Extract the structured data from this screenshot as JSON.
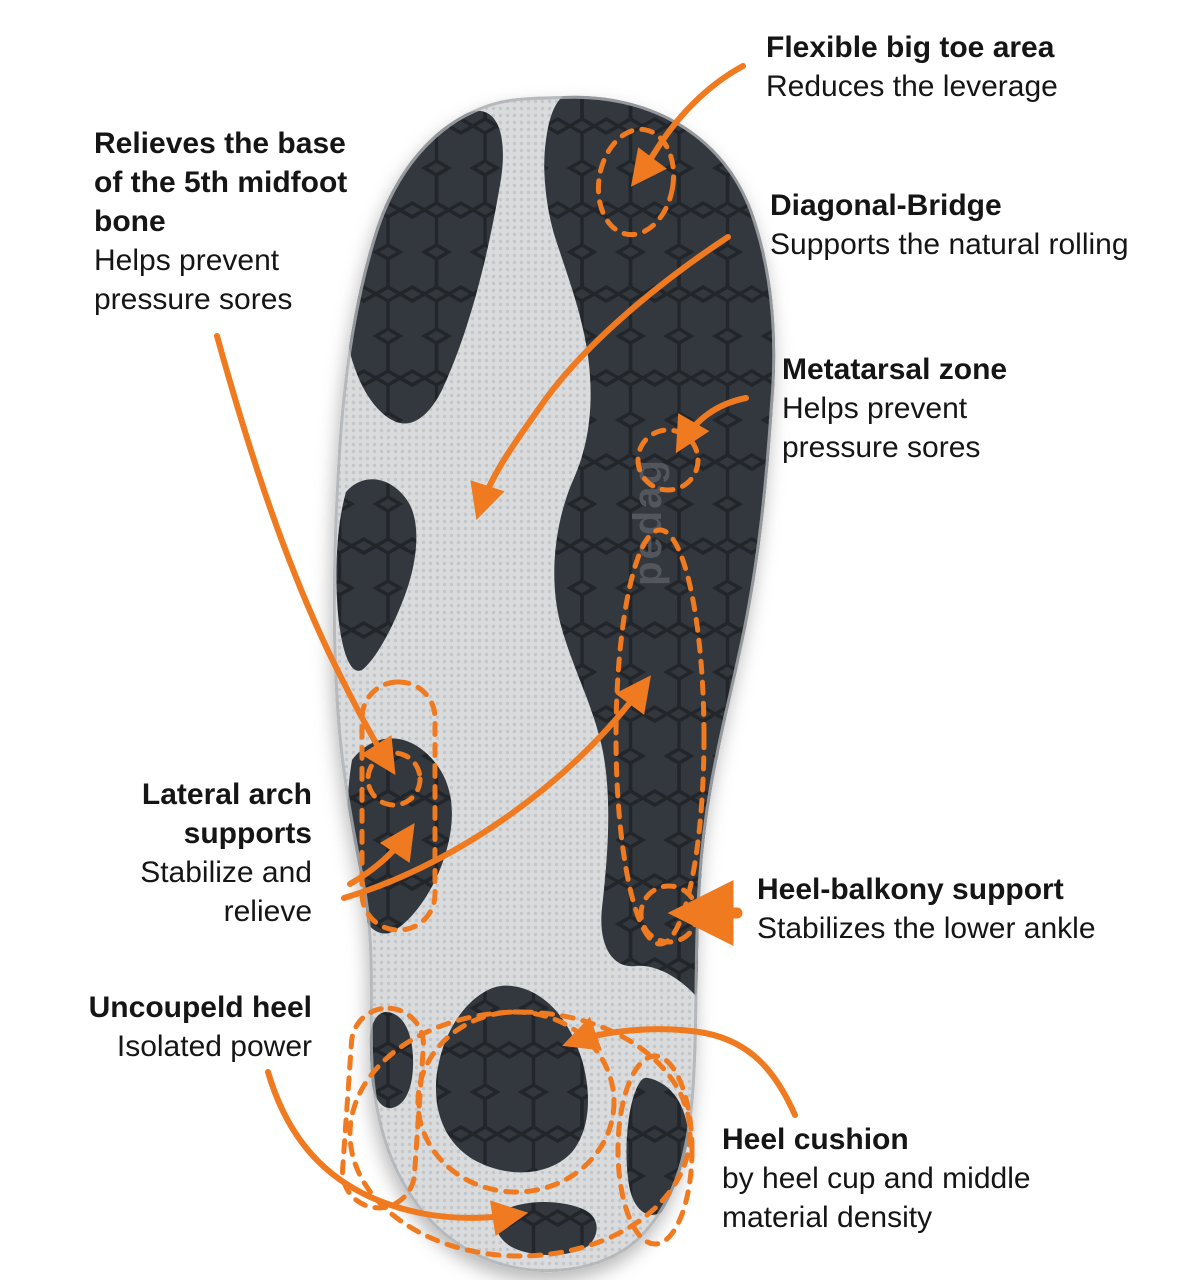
{
  "page": {
    "background": "#ffffff"
  },
  "colors": {
    "accent_orange": "#ef7a20",
    "label_text": "#151515",
    "insole_base_gray": "#d9dbdc",
    "insole_dark": "#33373c"
  },
  "insole": {
    "logo_text": "pedag"
  },
  "annotations": {
    "flexible_toe": {
      "title": "Flexible big toe area",
      "subtitle": "Reduces the leverage"
    },
    "relieves_5th": {
      "title": "Relieves the base\nof the 5th midfoot\nbone",
      "subtitle": "Helps prevent\npressure sores"
    },
    "diagonal_bridge": {
      "title": "Diagonal-Bridge",
      "subtitle": "Supports the natural rolling"
    },
    "metatarsal": {
      "title": "Metatarsal zone",
      "subtitle": "Helps prevent\npressure sores"
    },
    "lateral_arch": {
      "title": "Lateral arch\nsupports",
      "subtitle": "Stabilize and\nrelieve"
    },
    "heel_balkony": {
      "title": "Heel-balkony support",
      "subtitle": "Stabilizes the lower ankle"
    },
    "uncoupeld_heel": {
      "title": "Uncoupeld heel",
      "subtitle": "Isolated power"
    },
    "heel_cushion": {
      "title": "Heel cushion",
      "subtitle": "by heel cup and middle\nmaterial density"
    }
  }
}
